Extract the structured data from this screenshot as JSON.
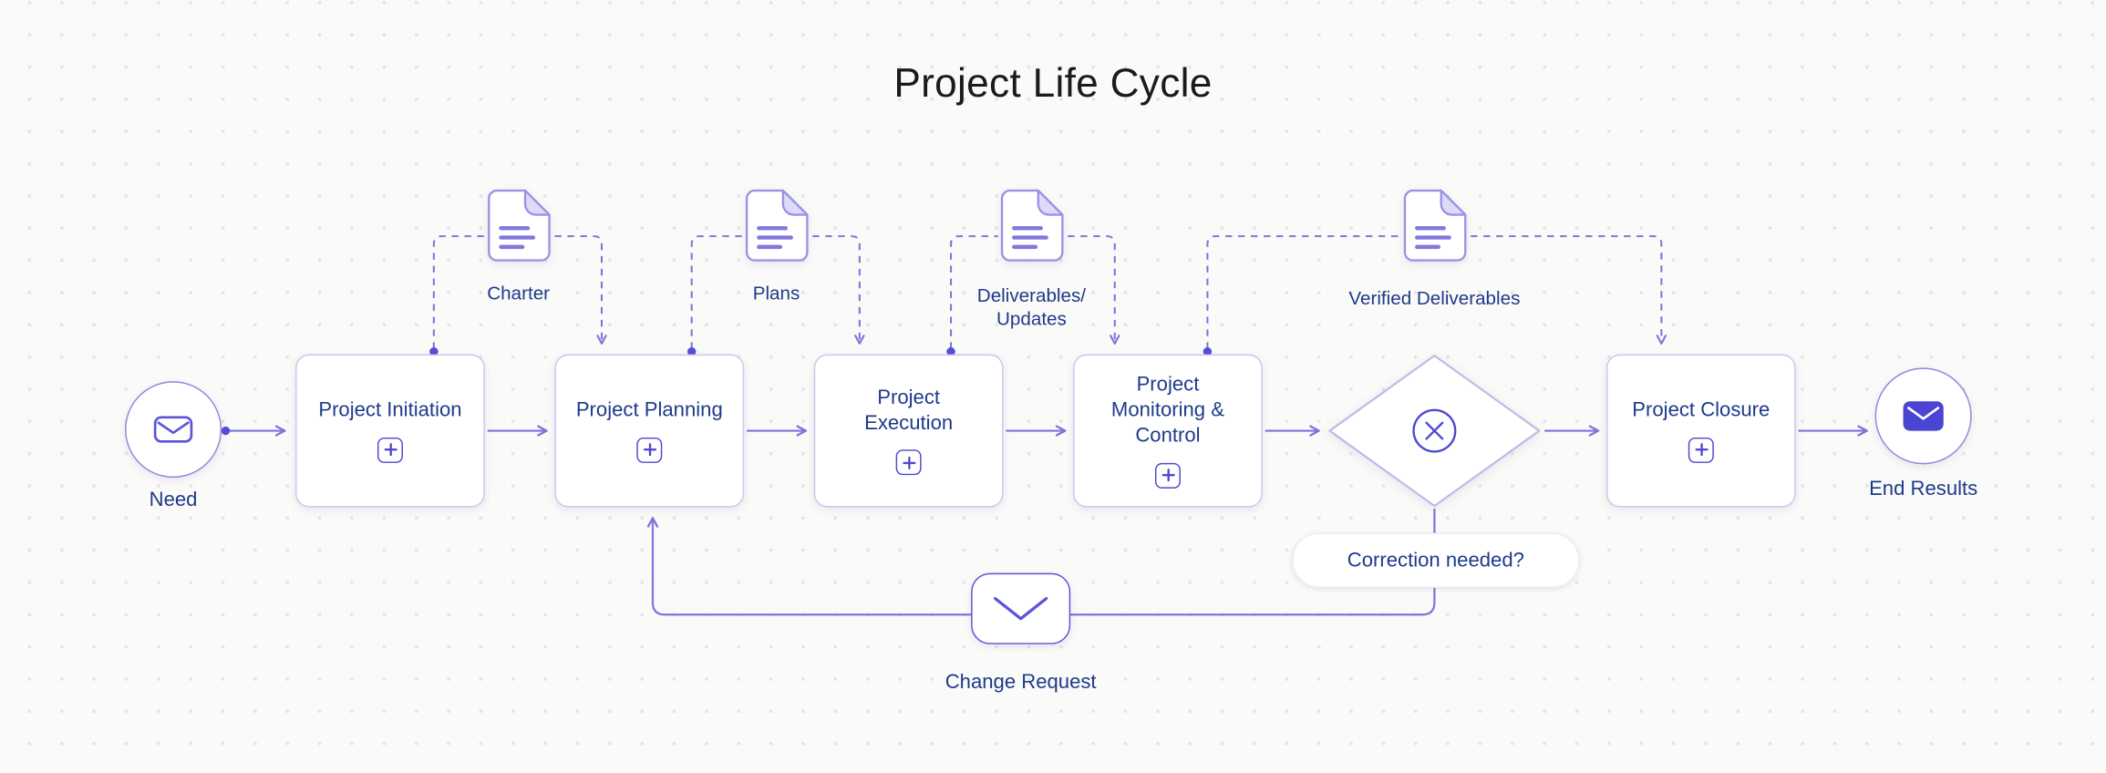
{
  "title": "Project Life Cycle",
  "flow": {
    "need": {
      "label": "Need"
    },
    "boxes": [
      {
        "label": "Project Initiation"
      },
      {
        "label": "Project Planning"
      },
      {
        "label": "Project Execution"
      },
      {
        "label": "Project Monitoring & Control"
      },
      {
        "label": "Project Closure"
      }
    ],
    "decision": {
      "question": "Correction needed?"
    },
    "end": {
      "label": "End Results"
    },
    "change_request": {
      "label": "Change Request"
    }
  },
  "documents": [
    {
      "label": "Charter"
    },
    {
      "label": "Plans"
    },
    {
      "label": "Deliverables/\nUpdates"
    },
    {
      "label": "Verified Deliverables"
    }
  ],
  "icons": {
    "need": "envelope-outline-icon",
    "end_results": "envelope-filled-icon",
    "decision": "x-circle-icon",
    "document": "document-icon",
    "expand": "plus-icon",
    "change_request": "envelope-flap-icon"
  },
  "colors": {
    "background": "#fafaf8",
    "connector": "#7d75dc",
    "accent_purple": "#554fd8",
    "text_blue": "#1e3a8a",
    "node_border": "#c9c8ee",
    "title_text": "#1b1b1f"
  }
}
